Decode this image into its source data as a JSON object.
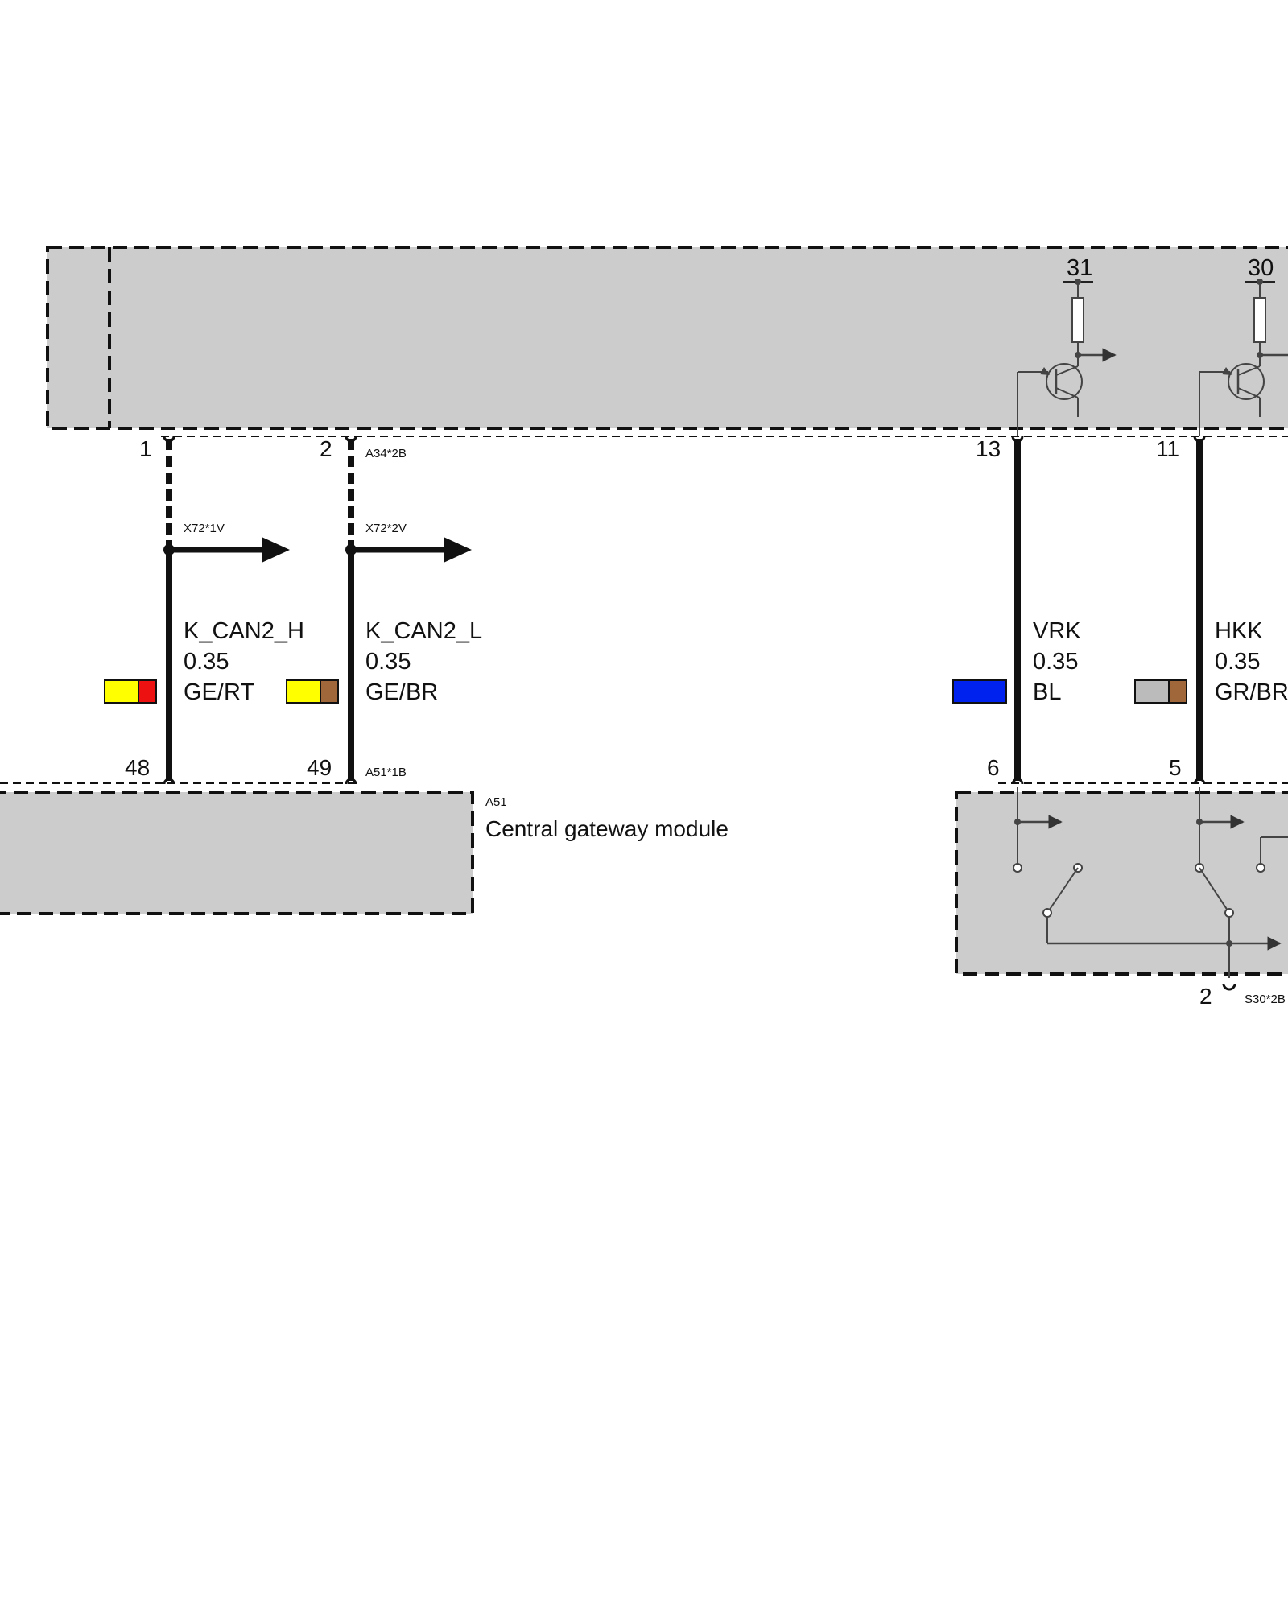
{
  "modules": {
    "top": {},
    "gateway": {
      "ref": "A51",
      "name": "Central gateway module"
    },
    "switch": {}
  },
  "terminals": {
    "t31": "31",
    "t30": "30"
  },
  "connectors": {
    "top": "A34*2B",
    "gateway": "A51*1B",
    "split1": "X72*1V",
    "split2": "X72*2V",
    "switch_bottom": "S30*2B"
  },
  "wires": [
    {
      "pin_top": "1",
      "pin_bottom": "48",
      "signal": "K_CAN2_H",
      "size": "0.35",
      "color_code": "GE/RT",
      "colors": [
        "#ffff00",
        "#ee1111"
      ]
    },
    {
      "pin_top": "2",
      "pin_bottom": "49",
      "signal": "K_CAN2_L",
      "size": "0.35",
      "color_code": "GE/BR",
      "colors": [
        "#ffff00",
        "#a0673a"
      ]
    },
    {
      "pin_top": "13",
      "pin_bottom": "6",
      "signal": "VRK",
      "size": "0.35",
      "color_code": "BL",
      "colors": [
        "#0022ee"
      ]
    },
    {
      "pin_top": "11",
      "pin_bottom": "5",
      "signal": "HKK",
      "size": "0.35",
      "color_code": "GR/BR",
      "colors": [
        "#bbbbbb",
        "#a0673a"
      ]
    }
  ],
  "switch_pin": "2"
}
